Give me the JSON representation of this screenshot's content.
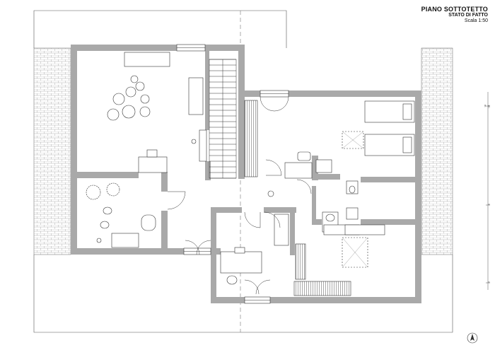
{
  "title": "PIANO SOTTOTETTO",
  "subtitle": "STATO DI FATTO",
  "scale": "Scala 1:50",
  "side_scale_labels": [
    "10 m",
    "5",
    "0"
  ],
  "colors": {
    "wall": "#a9a9a9",
    "line": "#333333",
    "light_line": "#8c8c8c",
    "background": "#ffffff"
  },
  "icons": [
    "north-arrow-icon",
    "brick-hatch-pattern"
  ]
}
